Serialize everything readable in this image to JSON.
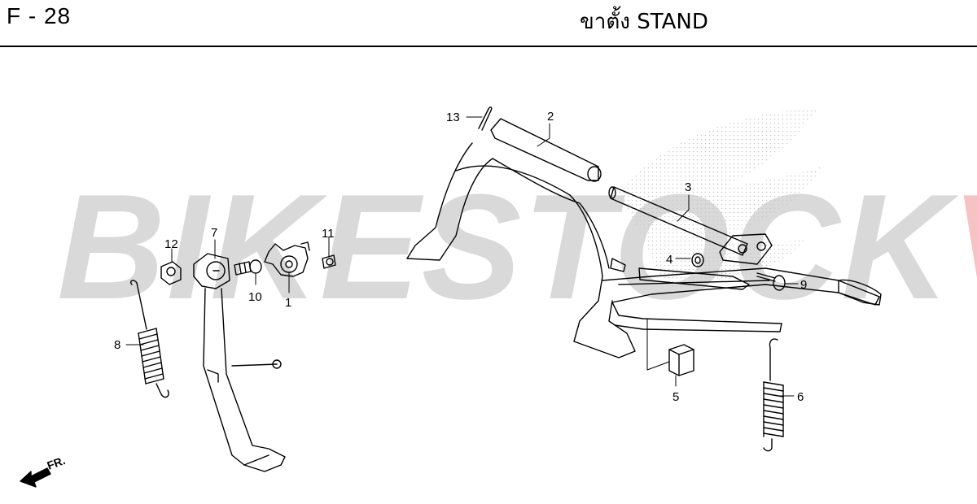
{
  "header": {
    "page_code": "F - 28",
    "title": "ขาตั้ง  STAND"
  },
  "watermark": {
    "main": "BIKESTOCK",
    "accent": "VN"
  },
  "direction": {
    "label": "FR."
  },
  "callouts": {
    "c1": "1",
    "c2": "2",
    "c3": "3",
    "c4": "4",
    "c5": "5",
    "c6": "6",
    "c7": "7",
    "c8": "8",
    "c9": "9",
    "c10": "10",
    "c11": "11",
    "c12": "12",
    "c13": "13"
  },
  "colors": {
    "watermark_gray": "#787878",
    "watermark_red": "#dc2828",
    "line": "#000000"
  }
}
